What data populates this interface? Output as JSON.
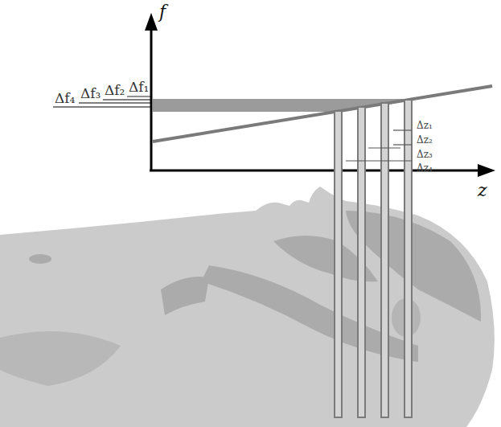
{
  "diagram": {
    "labels": [
      "f",
      "z",
      "Δf₄",
      "Δf₃",
      "Δf₂",
      "Δf₁",
      "Δz₁",
      "Δz₂",
      "Δz₃",
      "Δz₄"
    ]
  }
}
